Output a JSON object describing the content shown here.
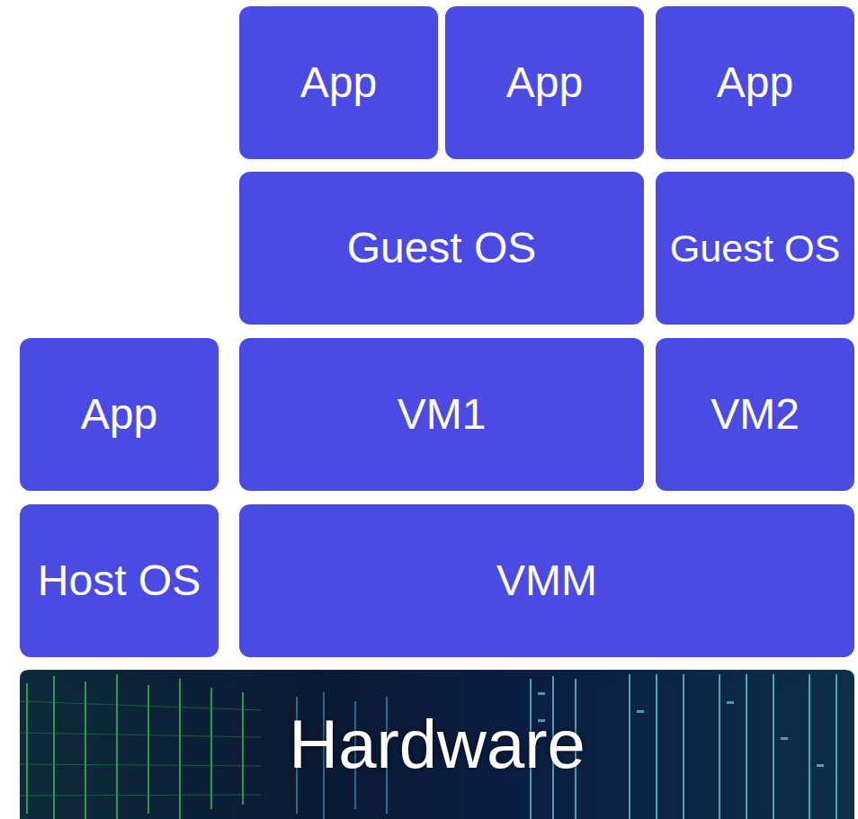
{
  "diagram": {
    "nodes": [
      {
        "text": [
          "App"
        ]
      },
      {
        "text": [
          "App"
        ]
      },
      {
        "text": [
          "App"
        ]
      },
      {
        "text": [
          "Guest OS"
        ]
      },
      {
        "text": [
          "Guest OS"
        ]
      },
      {
        "text": [
          "App"
        ]
      },
      {
        "text": [
          "VM1"
        ]
      },
      {
        "text": [
          "VM2"
        ]
      },
      {
        "text": [
          "Host OS"
        ]
      },
      {
        "text": [
          "VMM"
        ]
      },
      {
        "text": [
          "Hardware"
        ]
      }
    ]
  }
}
